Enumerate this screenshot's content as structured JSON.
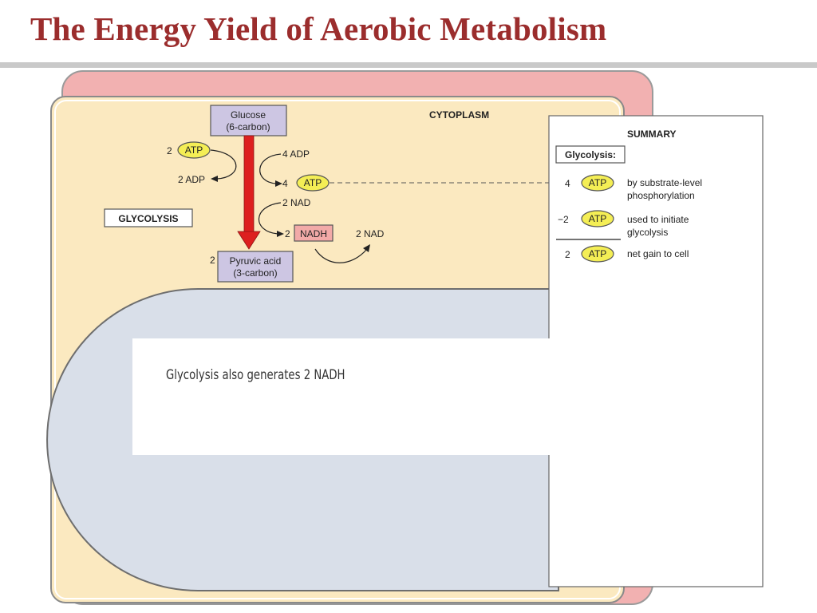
{
  "title": "The Energy Yield of Aerobic Metabolism",
  "diagram": {
    "region_label": "CYTOPLASM",
    "stage_label": "GLYCOLYSIS",
    "glucose": [
      "Glucose",
      "(6-carbon)"
    ],
    "pyruvate": [
      "Pyruvic acid",
      "(3-carbon)"
    ],
    "pyruvate_count": "2",
    "atp_label": "ATP",
    "nadh_label": "NADH",
    "left_in_count": "2",
    "left_out": "2 ADP",
    "right_adp": "4 ADP",
    "right_atp_count": "4",
    "right_nad": "2 NAD",
    "nadh_count": "2",
    "nad_out": "2 NAD"
  },
  "summary": {
    "heading": "SUMMARY",
    "subheading": "Glycolysis:",
    "rows": [
      {
        "count": "4",
        "lines": [
          "by substrate-level",
          "phosphorylation"
        ]
      },
      {
        "count": "−2",
        "lines": [
          "used to initiate",
          "glycolysis"
        ]
      },
      {
        "count": "2",
        "lines": [
          "net gain to cell"
        ]
      }
    ]
  },
  "caption": "Glycolysis also generates 2 NADH",
  "colors": {
    "title": "#9b2d2d",
    "membrane": "#f2b1b1",
    "cytoplasm": "#fbe9c0",
    "mitochondrion": "#d9dfe9",
    "atp_fill": "#f4ee55",
    "nadh_fill": "#f2aaa8",
    "molecule_box": "#cdc6e3",
    "arrow": "#dd1f1f"
  }
}
